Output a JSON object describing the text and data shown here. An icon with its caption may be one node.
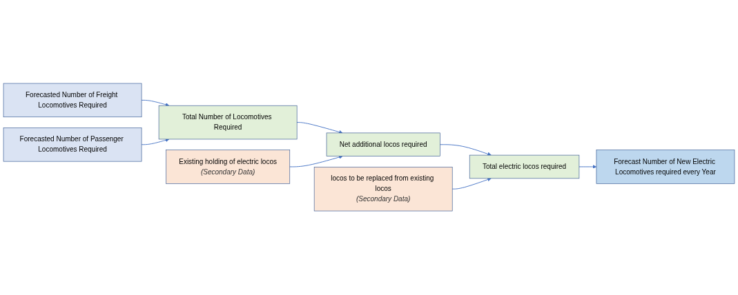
{
  "diagram": {
    "nodes": [
      {
        "text": [
          "Forecasted Number of Freight Locomotives Required"
        ]
      },
      {
        "text": [
          "Forecasted Number of Passenger Locomotives Required"
        ]
      },
      {
        "text": [
          "Existing holding of electric locos",
          "(Secondary Data)"
        ]
      },
      {
        "text": [
          "locos to be replaced from existing locos",
          "(Secondary Data)"
        ]
      },
      {
        "text": [
          "Total Number of Locomotives Required"
        ]
      },
      {
        "text": [
          "Net additional locos required"
        ]
      },
      {
        "text": [
          "Total electric locos required"
        ]
      },
      {
        "text": [
          "Forecast Number of New Electric Locomotives required every Year"
        ]
      }
    ],
    "edges": [
      {
        "from": 0,
        "to": 4,
        "arrow": "to"
      },
      {
        "from": 1,
        "to": 4,
        "arrow": "to"
      },
      {
        "from": 4,
        "to": 5,
        "arrow": "to"
      },
      {
        "from": 2,
        "to": 5,
        "arrow": "to"
      },
      {
        "from": 5,
        "to": 6,
        "arrow": "to"
      },
      {
        "from": 3,
        "to": 6,
        "arrow": "to"
      },
      {
        "from": 6,
        "to": 7,
        "arrow": "to"
      }
    ]
  }
}
